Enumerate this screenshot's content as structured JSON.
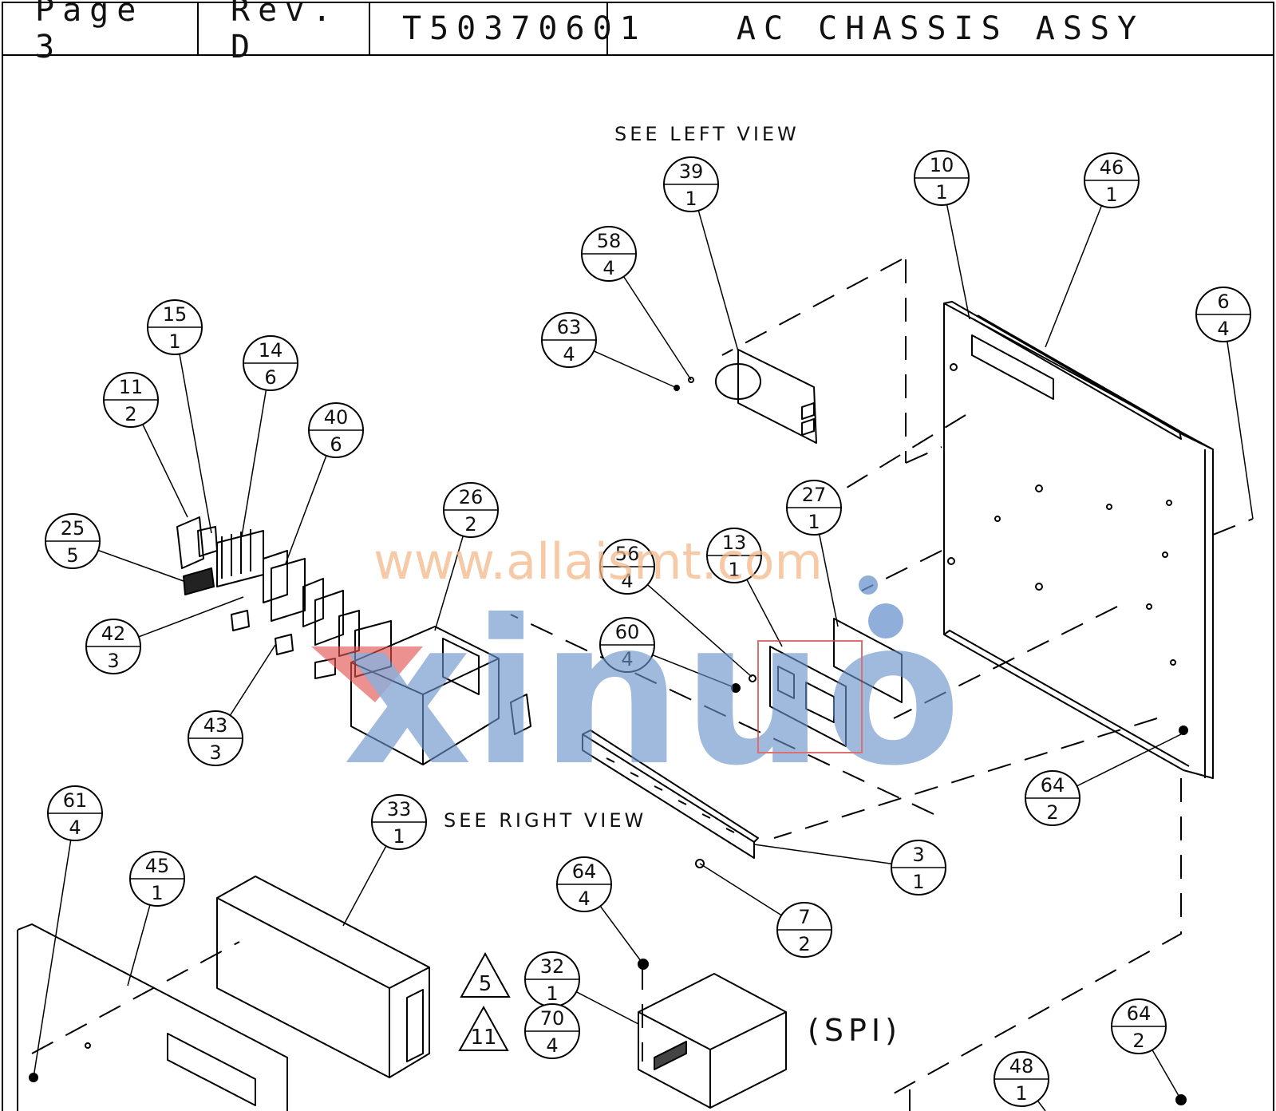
{
  "title_block": {
    "page": "Page 3",
    "revision": "Rev. D",
    "part_number": "T50370601",
    "title": "AC CHASSIS ASSY"
  },
  "notes": {
    "see_left": "SEE LEFT VIEW",
    "see_right": "SEE RIGHT VIEW",
    "spi": "(SPI)"
  },
  "watermark": {
    "url": "www.allaismt.com",
    "logo": "xinuo"
  },
  "balloons": [
    {
      "item": "15",
      "qty": "1"
    },
    {
      "item": "11",
      "qty": "2"
    },
    {
      "item": "14",
      "qty": "6"
    },
    {
      "item": "40",
      "qty": "6"
    },
    {
      "item": "25",
      "qty": "5"
    },
    {
      "item": "42",
      "qty": "3"
    },
    {
      "item": "43",
      "qty": "3"
    },
    {
      "item": "26",
      "qty": "2"
    },
    {
      "item": "39",
      "qty": "1"
    },
    {
      "item": "58",
      "qty": "4"
    },
    {
      "item": "63",
      "qty": "4"
    },
    {
      "item": "10",
      "qty": "1"
    },
    {
      "item": "46",
      "qty": "1"
    },
    {
      "item": "6",
      "qty": "4"
    },
    {
      "item": "27",
      "qty": "1"
    },
    {
      "item": "13",
      "qty": "1"
    },
    {
      "item": "56",
      "qty": "4"
    },
    {
      "item": "60",
      "qty": "4"
    },
    {
      "item": "64",
      "qty": "2"
    },
    {
      "item": "3",
      "qty": "1"
    },
    {
      "item": "7",
      "qty": "2"
    },
    {
      "item": "61",
      "qty": "4"
    },
    {
      "item": "45",
      "qty": "1"
    },
    {
      "item": "33",
      "qty": "1"
    },
    {
      "item": "64",
      "qty": "4"
    },
    {
      "item": "32",
      "qty": "1"
    },
    {
      "item": "70",
      "qty": "4"
    },
    {
      "item": "64",
      "qty": "2"
    },
    {
      "item": "48",
      "qty": "1"
    }
  ],
  "triangle_notes": [
    "5",
    "11"
  ]
}
